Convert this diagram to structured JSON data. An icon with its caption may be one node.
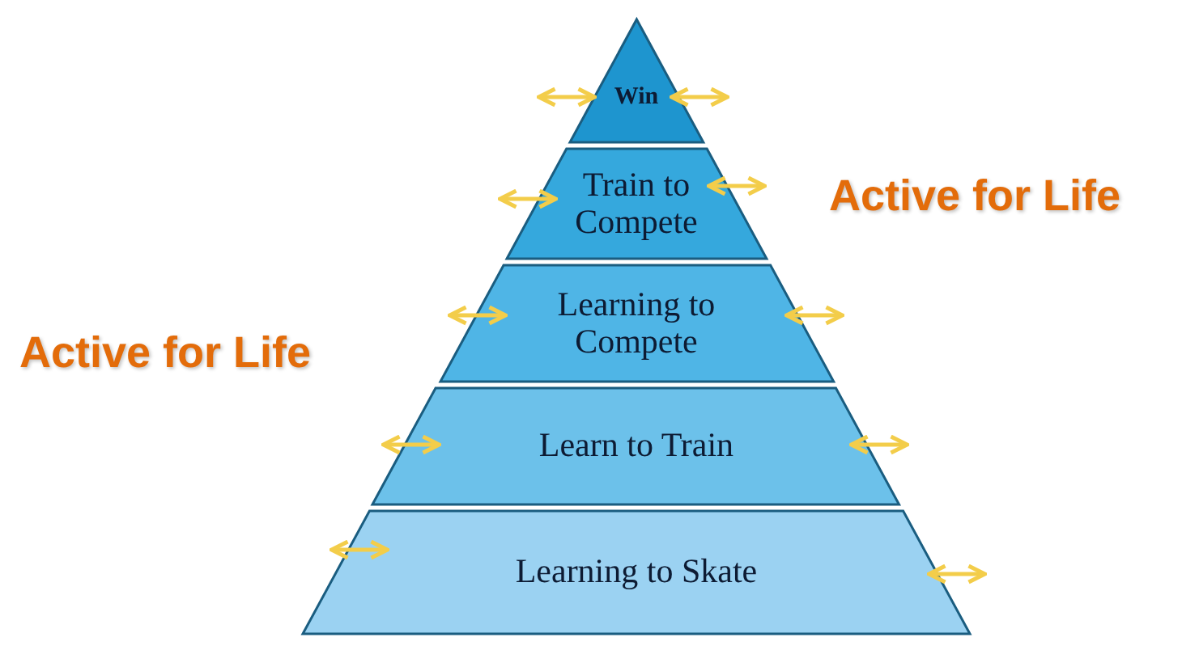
{
  "diagram": {
    "nodes": [
      {
        "text": [
          "Win"
        ]
      },
      {
        "text": [
          "Train to Compete"
        ]
      },
      {
        "text": [
          "Learning to Compete"
        ]
      },
      {
        "text": [
          "Learn to Train"
        ]
      },
      {
        "text": [
          "Learning to Skate"
        ]
      }
    ],
    "labels": [
      "Active for Life",
      "Active for Life"
    ]
  }
}
